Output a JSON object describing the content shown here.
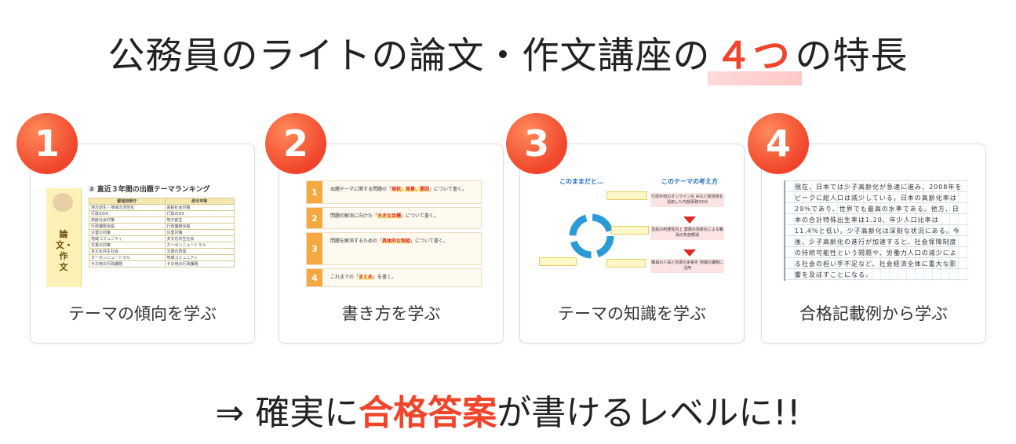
{
  "title": {
    "prefix": "公務員のライトの論文・作文講座の",
    "accent": "４つ",
    "suffix": "の特長"
  },
  "cards": [
    {
      "number": "1",
      "label": "テーマの傾向を学ぶ"
    },
    {
      "number": "2",
      "label": "書き方を学ぶ"
    },
    {
      "number": "3",
      "label": "テーマの知識を学ぶ"
    },
    {
      "number": "4",
      "label": "合格記載例から学ぶ"
    }
  ],
  "thumb1": {
    "heading": "② 直近３年間の出題テーマランキング",
    "side_text": "論文・作文",
    "col_left": "都道府県庁",
    "col_right": "政令市等",
    "rows_left": [
      "地方創生・地域の活性化",
      "行政のDX",
      "高齢社会対策",
      "行政課題全般",
      "災害の対策",
      "地域コミュニティ",
      "文書の対策",
      "多文化共生社会",
      "カーボンニュートラル",
      "その他の行政課題"
    ],
    "rows_right": [
      "高齢社会対策",
      "行政のDX",
      "地方創生",
      "行政課題全般",
      "災害対策",
      "多文化共生社会",
      "カーボンニュートラル",
      "文書の改善",
      "地域コミュニティ",
      "その他の行政課題"
    ]
  },
  "thumb2": {
    "steps": [
      {
        "num": "1",
        "before": "出題テーマに関する問題の「",
        "highlight": "現状、背景、要因",
        "after": "」について書く。"
      },
      {
        "num": "2",
        "before": "問題の解消に向けた「",
        "highlight": "大きな目標",
        "after": "」について書く。"
      },
      {
        "num": "3",
        "before": "問題を解消するための「",
        "highlight": "具体的な取組",
        "after": "」について書く。"
      },
      {
        "num": "4",
        "before": "これまでの「",
        "highlight": "まとめ",
        "after": "」を書く。"
      }
    ]
  },
  "thumb3": {
    "left_heading": "このままだと…",
    "right_heading": "このテーマの考え方",
    "right_boxes": [
      "行政手続のオンライン化 AIなど新技術を活用した内部事務のDX",
      "住民の利便性向上 業務の効率化による職員の負担軽減",
      "職員の人員と財源の余裕を 地域の課題に活用"
    ]
  },
  "thumb4": {
    "text": "現在、日本では少子高齢化が急速に進み、2008年をピークに総人口は減少している。日本の高齢化率は29％であり、世界でも最高の水準である。他方、日本の合計特殊出生率は1.20、年少人口比率は11.4％と低い。少子高齢化は深刻な状況にある。今後、少子高齢化の進行が加速すると、社会保障制度の持続可能性という問題や、労働力人口の減少による社会の担い手不足など、社会経済全体に重大な影響を及ぼすことになる。"
  },
  "bottom": {
    "prefix": "⇒ 確実に",
    "accent": "合格答案",
    "suffix": "が書けるレベルに!!"
  }
}
